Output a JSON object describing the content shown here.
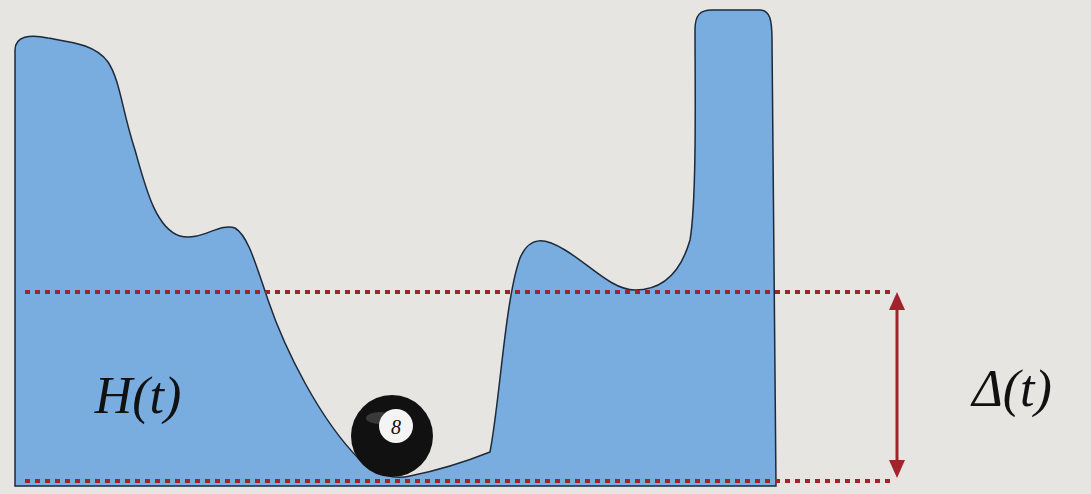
{
  "diagram": {
    "labels": [
      "H(t)",
      "Δ(t)",
      "8"
    ]
  }
}
